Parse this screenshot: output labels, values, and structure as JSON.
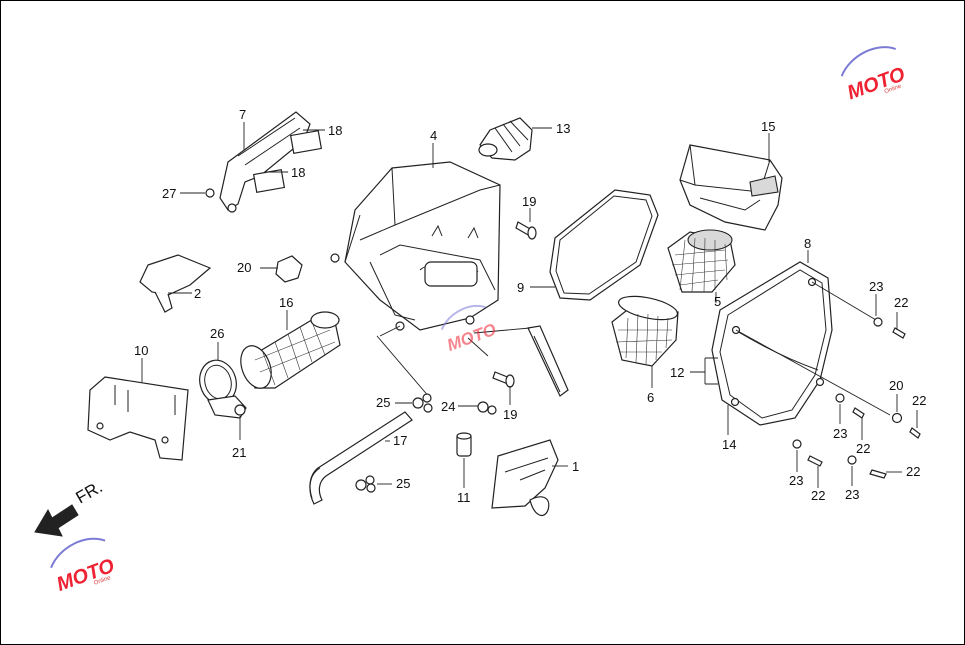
{
  "diagram": {
    "direction_label": "FR.",
    "watermark": {
      "text": "MOTO",
      "tagline": "Online"
    },
    "callouts": [
      {
        "id": "c1",
        "label": "1"
      },
      {
        "id": "c2",
        "label": "2"
      },
      {
        "id": "c4",
        "label": "4"
      },
      {
        "id": "c5",
        "label": "5"
      },
      {
        "id": "c6",
        "label": "6"
      },
      {
        "id": "c7",
        "label": "7"
      },
      {
        "id": "c8",
        "label": "8"
      },
      {
        "id": "c9",
        "label": "9"
      },
      {
        "id": "c10",
        "label": "10"
      },
      {
        "id": "c11",
        "label": "11"
      },
      {
        "id": "c12",
        "label": "12"
      },
      {
        "id": "c13",
        "label": "13"
      },
      {
        "id": "c14",
        "label": "14"
      },
      {
        "id": "c15",
        "label": "15"
      },
      {
        "id": "c16",
        "label": "16"
      },
      {
        "id": "c17",
        "label": "17"
      },
      {
        "id": "c18a",
        "label": "18"
      },
      {
        "id": "c18b",
        "label": "18"
      },
      {
        "id": "c19a",
        "label": "19"
      },
      {
        "id": "c19b",
        "label": "19"
      },
      {
        "id": "c20a",
        "label": "20"
      },
      {
        "id": "c20b",
        "label": "20"
      },
      {
        "id": "c21",
        "label": "21"
      },
      {
        "id": "c22a",
        "label": "22"
      },
      {
        "id": "c22b",
        "label": "22"
      },
      {
        "id": "c22c",
        "label": "22"
      },
      {
        "id": "c22d",
        "label": "22"
      },
      {
        "id": "c22e",
        "label": "22"
      },
      {
        "id": "c23a",
        "label": "23"
      },
      {
        "id": "c23b",
        "label": "23"
      },
      {
        "id": "c23c",
        "label": "23"
      },
      {
        "id": "c23d",
        "label": "23"
      },
      {
        "id": "c24",
        "label": "24"
      },
      {
        "id": "c25a",
        "label": "25"
      },
      {
        "id": "c25b",
        "label": "25"
      },
      {
        "id": "c26",
        "label": "26"
      },
      {
        "id": "c27",
        "label": "27"
      }
    ]
  }
}
